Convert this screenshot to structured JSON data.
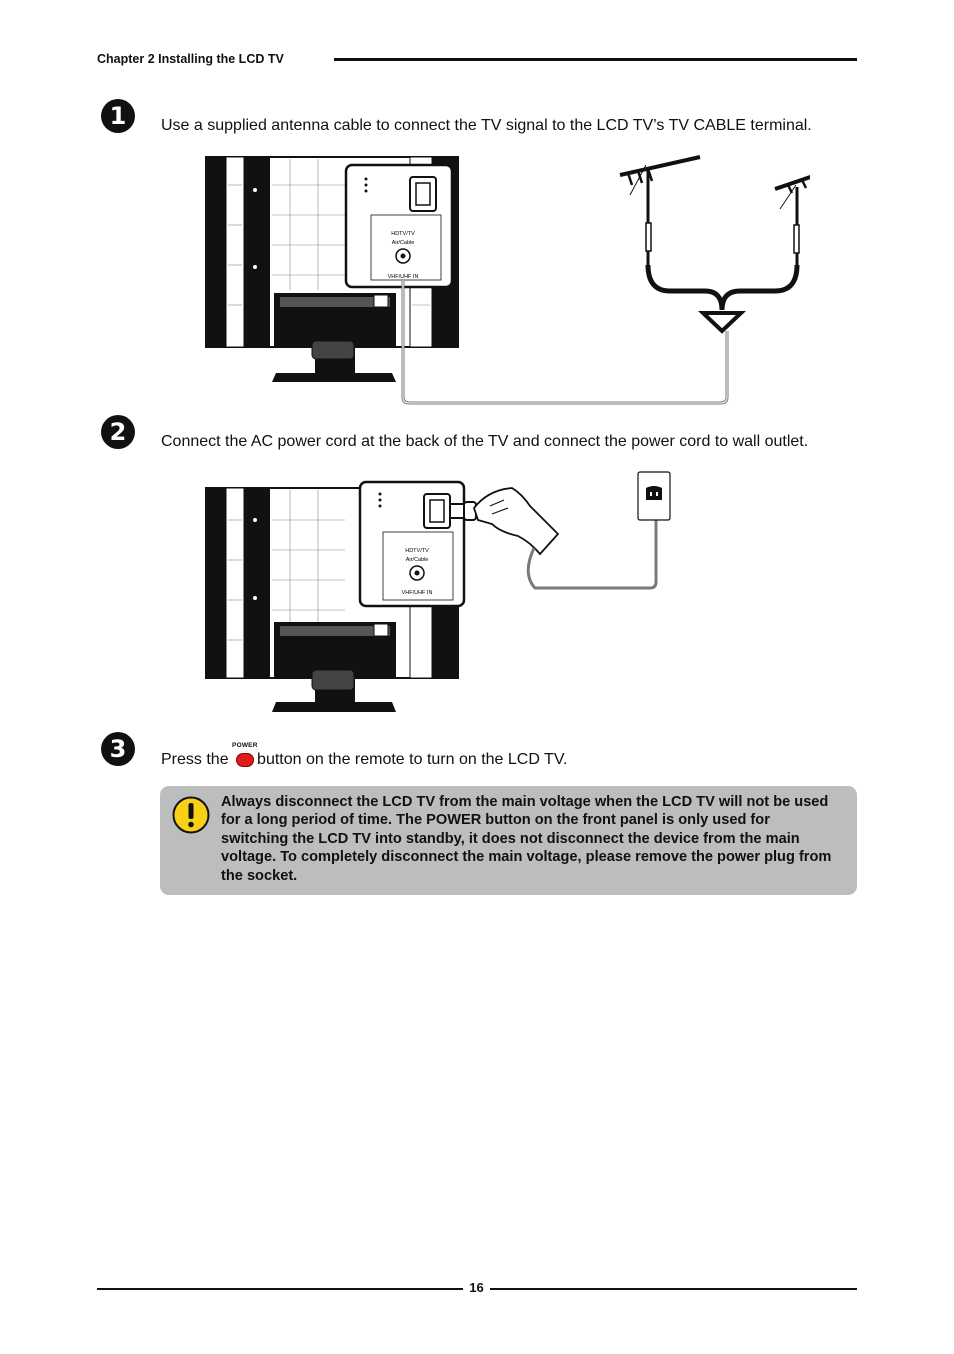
{
  "header": {
    "chapter": "Chapter 2 Installing the LCD TV"
  },
  "steps": [
    {
      "number": "1",
      "text": "Use a supplied antenna cable to connect the TV signal to the LCD TV’s TV CABLE terminal."
    },
    {
      "number": "2",
      "text": "Connect the AC power cord at the back of the TV and connect the power cord to wall outlet."
    },
    {
      "number": "3",
      "text_before": "Press the",
      "button_caption": "POWER",
      "text_after": "button on the remote to turn on the LCD TV."
    }
  ],
  "figure_labels": {
    "terminal_title": "HDTV/TV",
    "terminal_sub": "Air/Cable",
    "terminal_port": "VHF/UHF IN"
  },
  "warning": {
    "icon": "exclamation-icon",
    "text": "Always disconnect the LCD TV from the main voltage when the LCD TV will not be used for a long period of time. The POWER button on the front panel is only used for switching the LCD TV into standby, it does not disconnect the device from the main voltage. To completely disconnect the main voltage, please remove the power plug from the socket."
  },
  "footer": {
    "page_number": "16"
  },
  "colors": {
    "warning_bg": "#bcbdbf",
    "warning_icon": "#f7d117",
    "power_button": "#e01b1b",
    "cable": "#7a7a7a"
  }
}
